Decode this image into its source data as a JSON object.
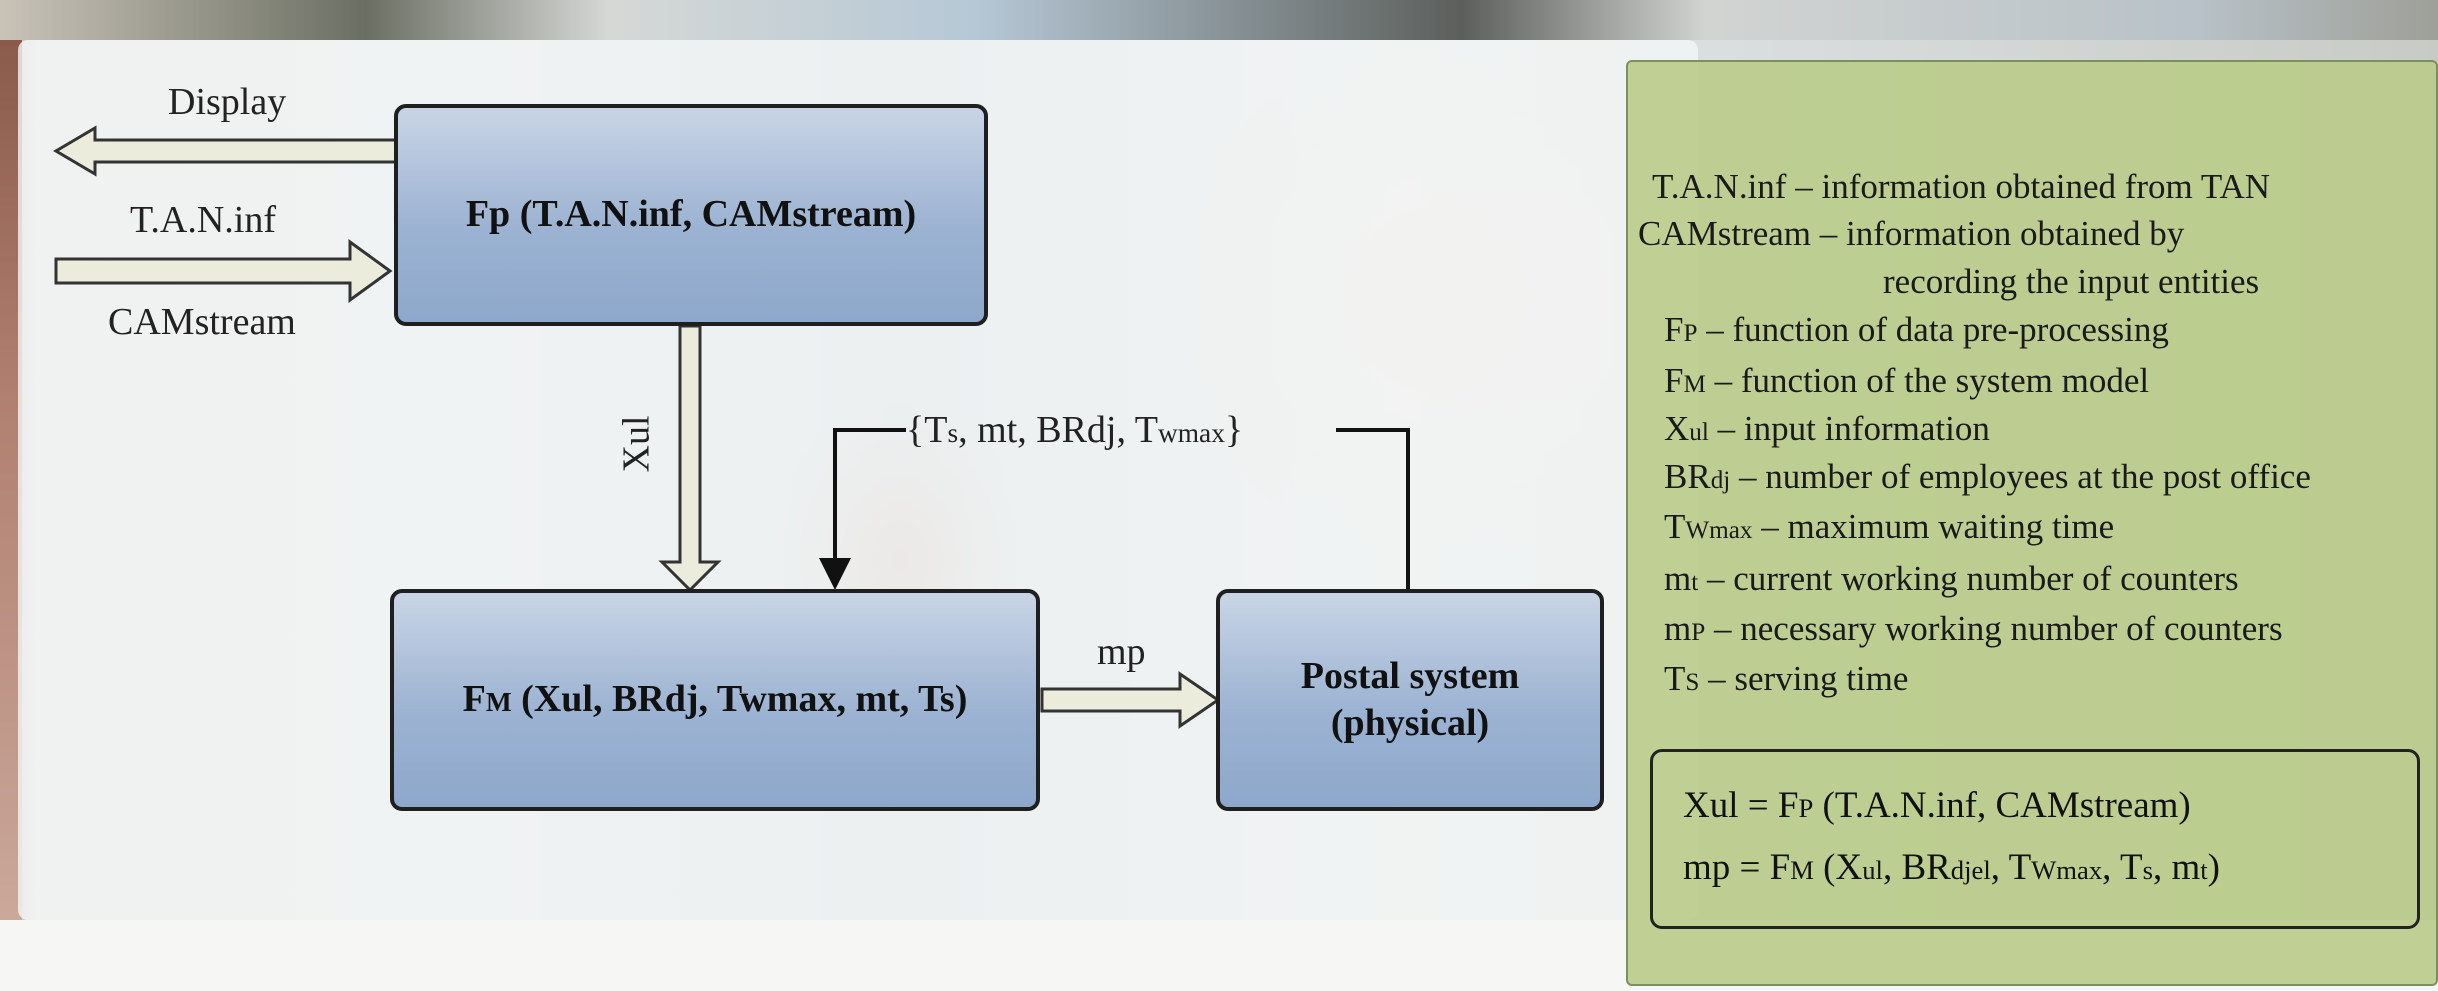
{
  "diagram": {
    "display_label": "Display",
    "tan_inf_label": "T.A.N.inf",
    "camstream_label": "CAMstream",
    "fp_box": {
      "main": "Fp (T.A.N.inf, CAMstream)"
    },
    "xul_label": "Xul",
    "feedback_label": {
      "open": "{",
      "ts_main": "T",
      "ts_sub": "s",
      "mid": ", mt, BRdj, T",
      "tw_sub": "wmax",
      "close": "}"
    },
    "fm_box": {
      "pre": "F",
      "sub": "M",
      "post": " (Xul, BRdj, Twmax, mt, Ts)"
    },
    "mp_label": "mp",
    "postal_box": {
      "line1": "Postal system",
      "line2": "(physical)"
    }
  },
  "legend": {
    "items": [
      {
        "sym": "T.A.N.inf",
        "sub": "",
        "desc": " – information obtained from TAN"
      },
      {
        "sym": "CAMstream",
        "sub": "",
        "desc": " – information obtained by"
      },
      {
        "sym": "",
        "sub": "",
        "desc": "recording the input entities"
      },
      {
        "sym": "F",
        "sub": "P",
        "desc": " – function of data pre-processing"
      },
      {
        "sym": "F",
        "sub": "M",
        "desc": " – function of the system model"
      },
      {
        "sym": "X",
        "sub": "ul",
        "desc": " – input information"
      },
      {
        "sym": "BR",
        "sub": "dj",
        "desc": " – number of employees at the post office"
      },
      {
        "sym": "T",
        "sub": "Wmax",
        "desc": " – maximum waiting time"
      },
      {
        "sym": "m",
        "sub": "t",
        "desc": " – current working number of counters"
      },
      {
        "sym": "m",
        "sub": "P",
        "desc": " – necessary working number of counters"
      },
      {
        "sym": "T",
        "sub": "S",
        "desc": " – serving time"
      }
    ],
    "formulas": [
      {
        "parts": [
          "Xul",
          " = F",
          "P",
          " (T.A.N.inf, CAMstream)"
        ]
      },
      {
        "parts": [
          "mp = F",
          "M",
          " (X",
          "ul",
          ", BR",
          "djel",
          ", T",
          "Wmax",
          ", T",
          "s",
          ", m",
          "t",
          ")"
        ]
      }
    ]
  },
  "colors": {
    "box_fill": "#9cb3d2",
    "legend_fill": "#baca8a",
    "arrow_fill": "#ececdc"
  }
}
